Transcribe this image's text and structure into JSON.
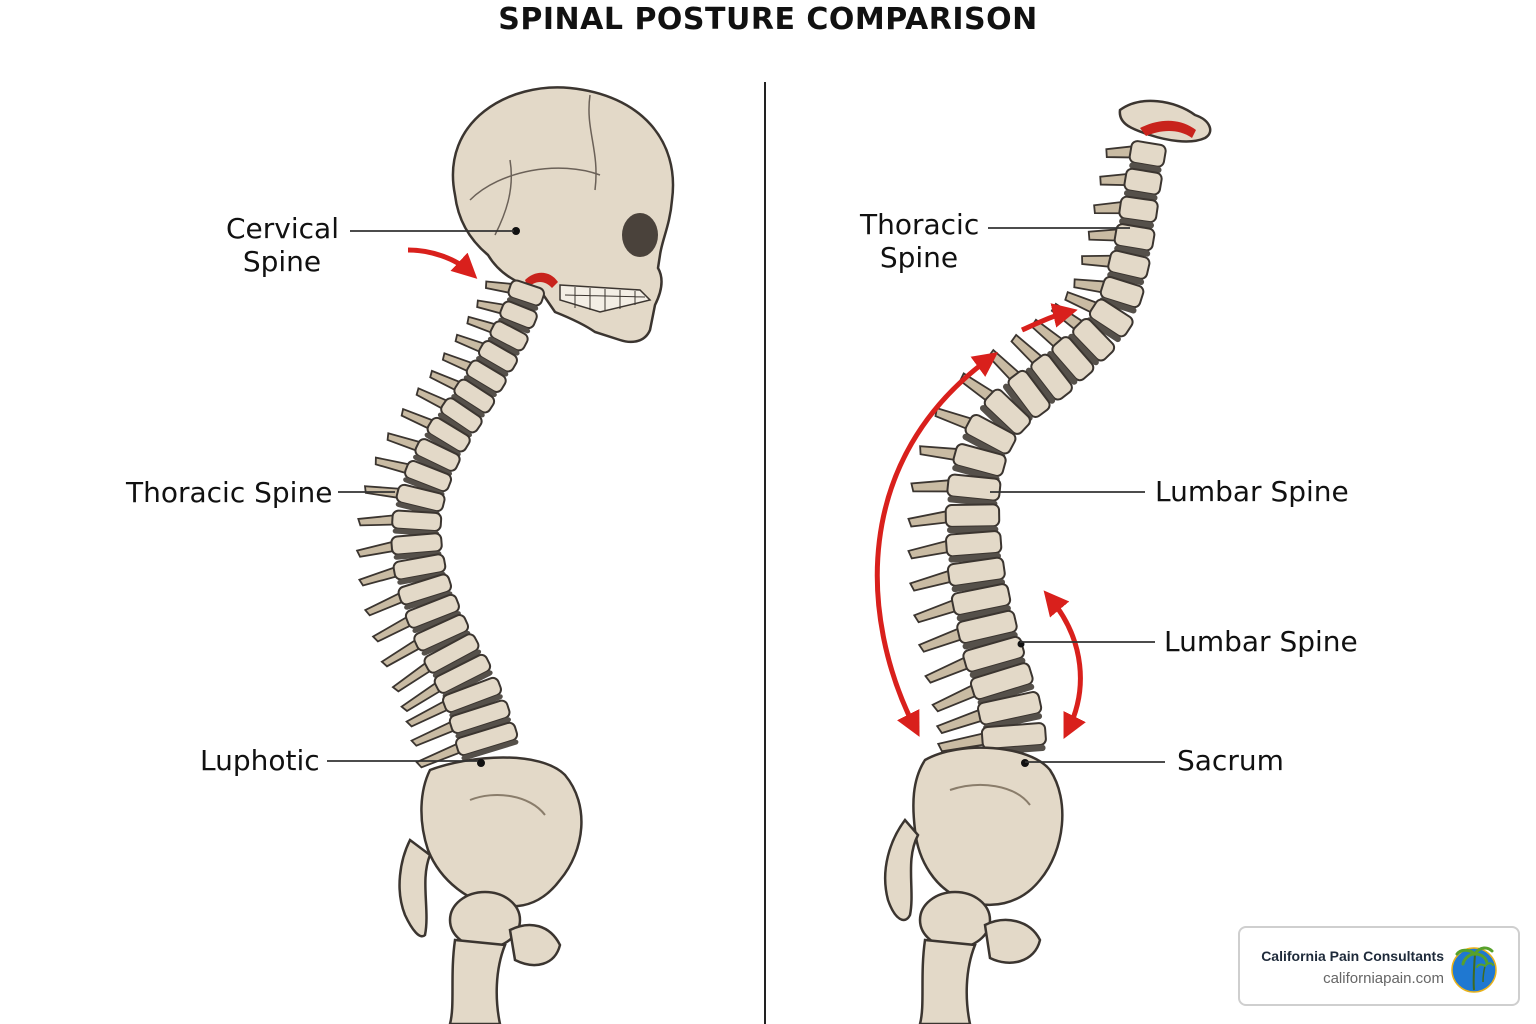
{
  "title": "SPINAL POSTURE COMPARISON",
  "left_panel": {
    "labels": {
      "cervical": [
        "Cervical",
        "Spine"
      ],
      "thoracic": "Thoracic Spine",
      "kyphotic": "Luphotic"
    }
  },
  "right_panel": {
    "labels": {
      "thoracic": [
        "Thoracic",
        "Spine"
      ],
      "lumbar_upper": "Lumbar Spine",
      "lumbar_lower": "Lumbar Spine",
      "sacrum": "Sacrum"
    }
  },
  "badge": {
    "name": "California Pain Consultants",
    "url": "californiapain.com",
    "logo_icon": "globe-palm-tree-icon"
  },
  "colors": {
    "bone": "#e3d9c8",
    "bone_shade": "#c9bba3",
    "outline": "#3b3530",
    "disc": "#55504a",
    "arrow": "#d9201c",
    "inflamed": "#c8231c"
  }
}
